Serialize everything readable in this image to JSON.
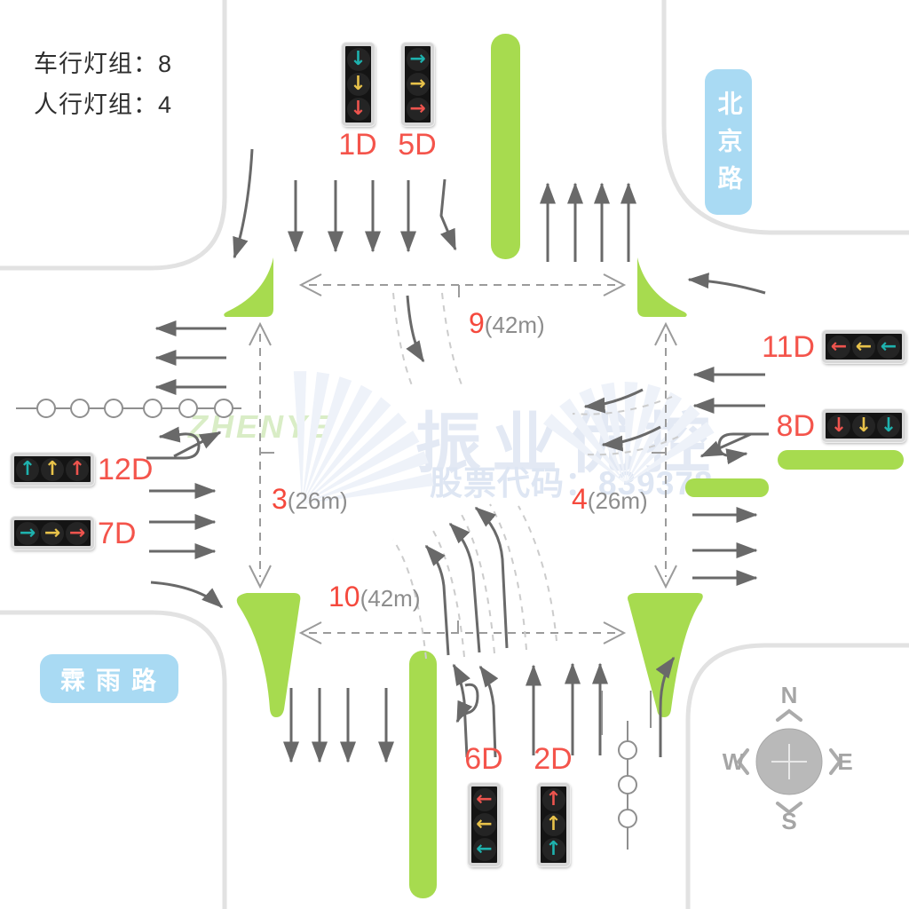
{
  "header": {
    "vehicle_groups_label": "车行灯组：8",
    "pedestrian_groups_label": "人行灯组：4"
  },
  "road_labels": {
    "north_road": "北京路",
    "west_road": "霖雨路"
  },
  "measurements": [
    {
      "id": "9",
      "distance": "(42m)"
    },
    {
      "id": "3",
      "distance": "(26m)"
    },
    {
      "id": "4",
      "distance": "(26m)"
    },
    {
      "id": "10",
      "distance": "(42m)"
    }
  ],
  "signals": [
    {
      "label": "1D",
      "orientation": "vertical",
      "arrows": [
        {
          "dir": "down",
          "color": "teal"
        },
        {
          "dir": "down",
          "color": "yellow"
        },
        {
          "dir": "down",
          "color": "red"
        }
      ]
    },
    {
      "label": "5D",
      "orientation": "vertical",
      "arrows": [
        {
          "dir": "right",
          "color": "teal"
        },
        {
          "dir": "right",
          "color": "yellow"
        },
        {
          "dir": "right",
          "color": "red"
        }
      ]
    },
    {
      "label": "11D",
      "orientation": "horizontal",
      "arrows": [
        {
          "dir": "left",
          "color": "red"
        },
        {
          "dir": "left",
          "color": "yellow"
        },
        {
          "dir": "left",
          "color": "teal"
        }
      ]
    },
    {
      "label": "8D",
      "orientation": "horizontal",
      "arrows": [
        {
          "dir": "down",
          "color": "red"
        },
        {
          "dir": "down",
          "color": "yellow"
        },
        {
          "dir": "down",
          "color": "teal"
        }
      ]
    },
    {
      "label": "12D",
      "orientation": "horizontal",
      "arrows": [
        {
          "dir": "up",
          "color": "teal"
        },
        {
          "dir": "up",
          "color": "yellow"
        },
        {
          "dir": "up",
          "color": "red"
        }
      ]
    },
    {
      "label": "7D",
      "orientation": "horizontal",
      "arrows": [
        {
          "dir": "right",
          "color": "teal"
        },
        {
          "dir": "right",
          "color": "yellow"
        },
        {
          "dir": "right",
          "color": "red"
        }
      ]
    },
    {
      "label": "6D",
      "orientation": "vertical",
      "arrows": [
        {
          "dir": "left",
          "color": "red"
        },
        {
          "dir": "left",
          "color": "yellow"
        },
        {
          "dir": "left",
          "color": "teal"
        }
      ]
    },
    {
      "label": "2D",
      "orientation": "vertical",
      "arrows": [
        {
          "dir": "up",
          "color": "red"
        },
        {
          "dir": "up",
          "color": "yellow"
        },
        {
          "dir": "up",
          "color": "teal"
        }
      ]
    }
  ],
  "compass": {
    "north": "N",
    "east": "E",
    "south": "S",
    "west": "W"
  },
  "watermark": {
    "brand": "振业优控",
    "stock": "股票代码：839378",
    "logo": "ZHENYE"
  },
  "colors": {
    "signal_teal": "#1eb2ae",
    "signal_yellow": "#e8c24a",
    "signal_red": "#ee544e",
    "median_green": "#a7db4f",
    "road_tag_blue": "#a9daf3",
    "label_red": "#f4544b",
    "lane_arrow_gray": "#696969"
  }
}
